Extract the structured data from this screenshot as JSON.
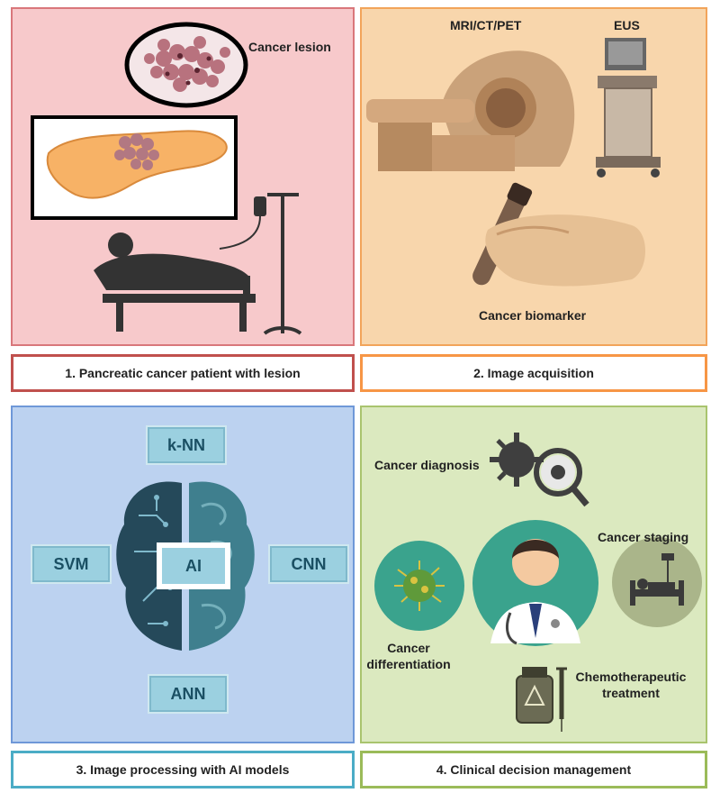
{
  "panels": [
    {
      "id": "patient",
      "caption": "1. Pancreatic cancer patient with lesion",
      "labels": {
        "lesion": "Cancer lesion"
      }
    },
    {
      "id": "acquisition",
      "caption": "2. Image acquisition",
      "labels": {
        "scanner": "MRI/CT/PET",
        "eus": "EUS",
        "biomarker": "Cancer biomarker"
      }
    },
    {
      "id": "ai-processing",
      "caption": "3. Image processing with AI models",
      "models": {
        "top": "k-NN",
        "left": "SVM",
        "center": "AI",
        "right": "CNN",
        "bottom": "ANN"
      }
    },
    {
      "id": "decision",
      "caption": "4. Clinical decision management",
      "labels": {
        "diagnosis": "Cancer diagnosis",
        "staging": "Cancer staging",
        "differentiation": "Cancer differentiation",
        "chemo": "Chemotherapeutic treatment"
      }
    }
  ],
  "colors": {
    "panel1_fill": "#f7c9cb",
    "panel1_border": "#d9777b",
    "panel2_fill": "#f8d6ac",
    "panel2_border": "#f2a45a",
    "panel3_fill": "#bcd2f0",
    "panel3_border": "#6f98d8",
    "panel4_fill": "#dbe9bf",
    "panel4_border": "#a9c46e",
    "caption1_border": "#c0504d",
    "caption2_border": "#f79646",
    "caption3_border": "#4bacc6",
    "caption4_border": "#9bbb59"
  }
}
